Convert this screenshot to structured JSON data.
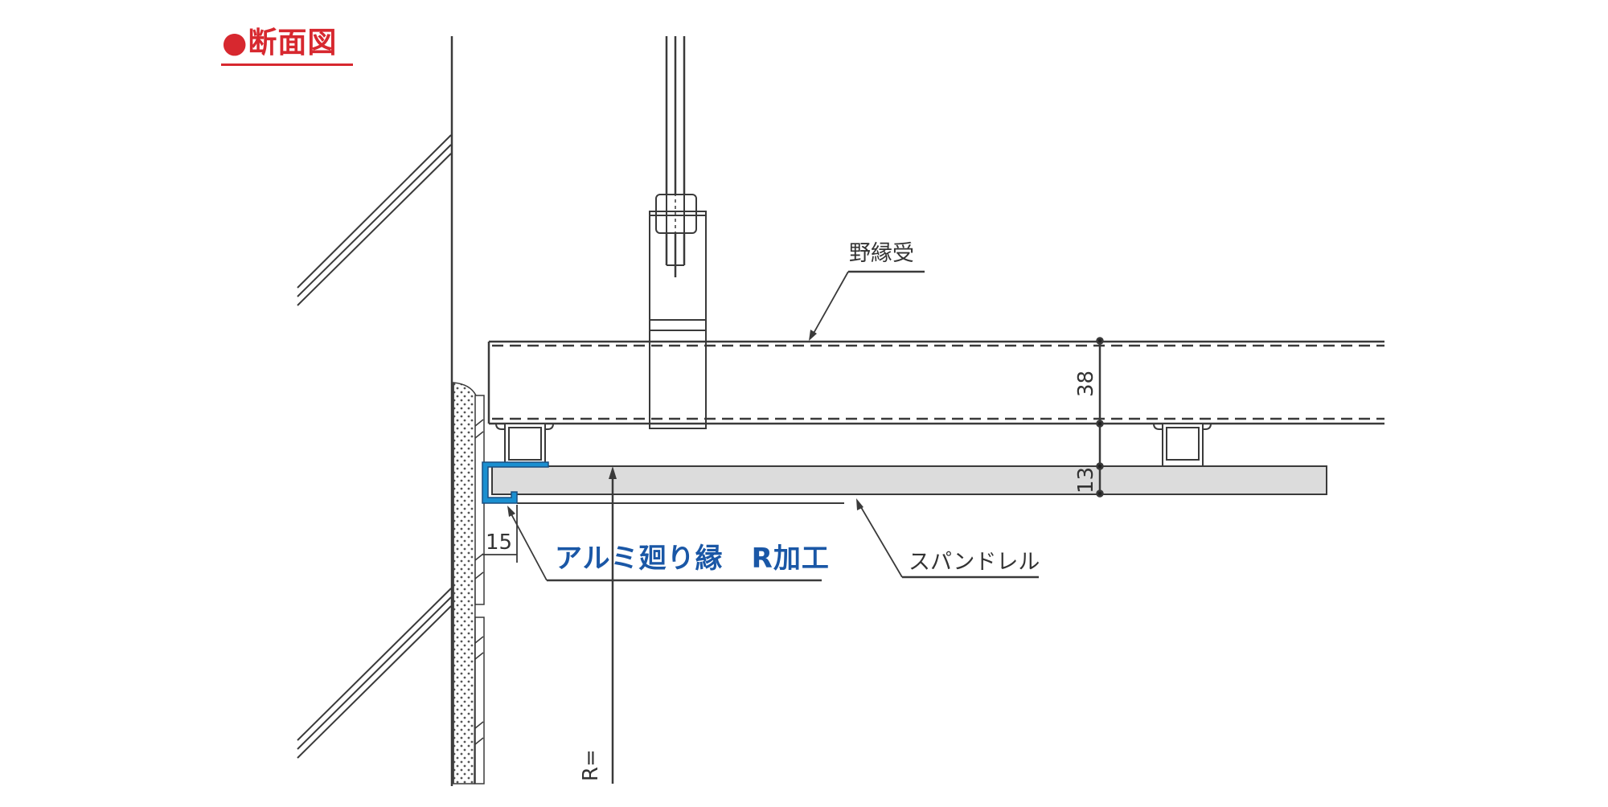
{
  "title": {
    "bullet": "●",
    "text": "断面図",
    "color": "#d7282f"
  },
  "callouts": {
    "furring_receiver": "野縁受",
    "spandrel": "スパンドレル",
    "aluminum_trim": "アルミ廻り縁　R加工"
  },
  "dimensions": {
    "joist_height": "38",
    "panel_thickness": "13",
    "trim_gap": "15",
    "radius": "R="
  },
  "colors": {
    "line": "#3a3a3a",
    "panel_fill": "#dcdcdc",
    "trim_blue": "#1a8fd0",
    "label_blue": "#1a57a6",
    "accent_red": "#d7282f"
  }
}
